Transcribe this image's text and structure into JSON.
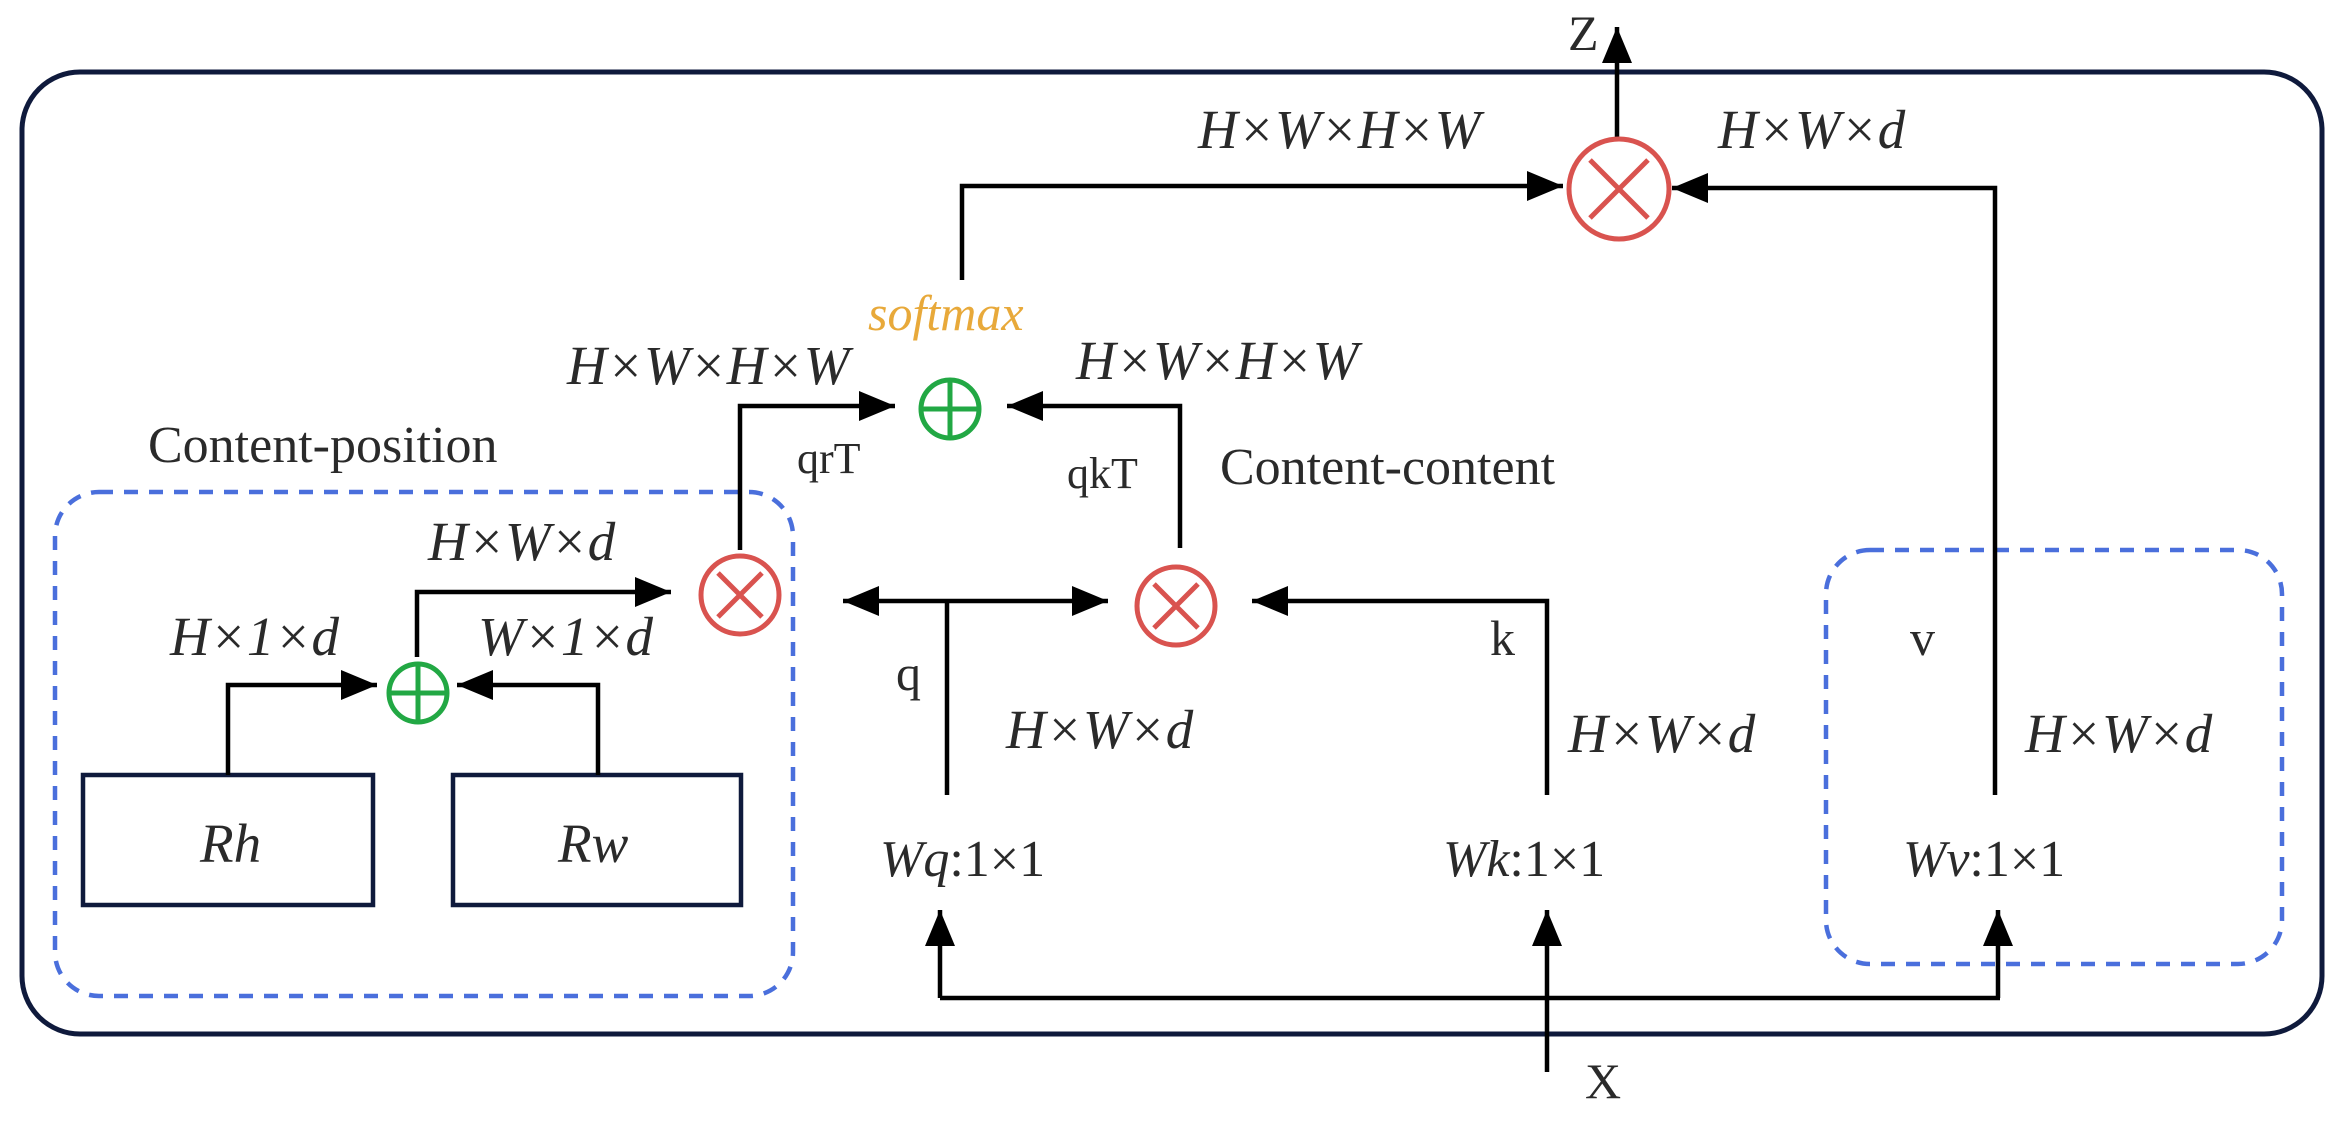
{
  "colors": {
    "frame": "#0f1a3c",
    "dashed_box": "#4a6fdc",
    "multiply_op": "#d9534f",
    "add_op": "#22a844",
    "softmax": "#e8a93a",
    "wire": "#000000"
  },
  "labels": {
    "z": "Z",
    "x": "X",
    "softmax": "softmax",
    "content_position": "Content-position",
    "content_content": "Content-content",
    "qrT": "qrT",
    "qkT": "qkT",
    "q": "q",
    "k": "k",
    "v": "v",
    "rh": "Rh",
    "rw": "Rw",
    "wq": "Wq",
    "wk": "Wk",
    "wv": "Wv",
    "one_by_one": ":1×1"
  },
  "dims": {
    "top_left_hwhw": "H×W×H×W",
    "top_right_hwd": "H×W×d",
    "mid_left_hwhw": "H×W×H×W",
    "mid_right_hwhw": "H×W×H×W",
    "pos_hwd": "H×W×d",
    "h1d": "H×1×d",
    "w1d": "W×1×d",
    "q_hwd": "H×W×d",
    "k_hwd": "H×W×d",
    "v_hwd": "H×W×d"
  },
  "icons": {
    "multiply": "circled-times-icon",
    "add": "circled-plus-icon",
    "arrow": "arrowhead-icon"
  }
}
